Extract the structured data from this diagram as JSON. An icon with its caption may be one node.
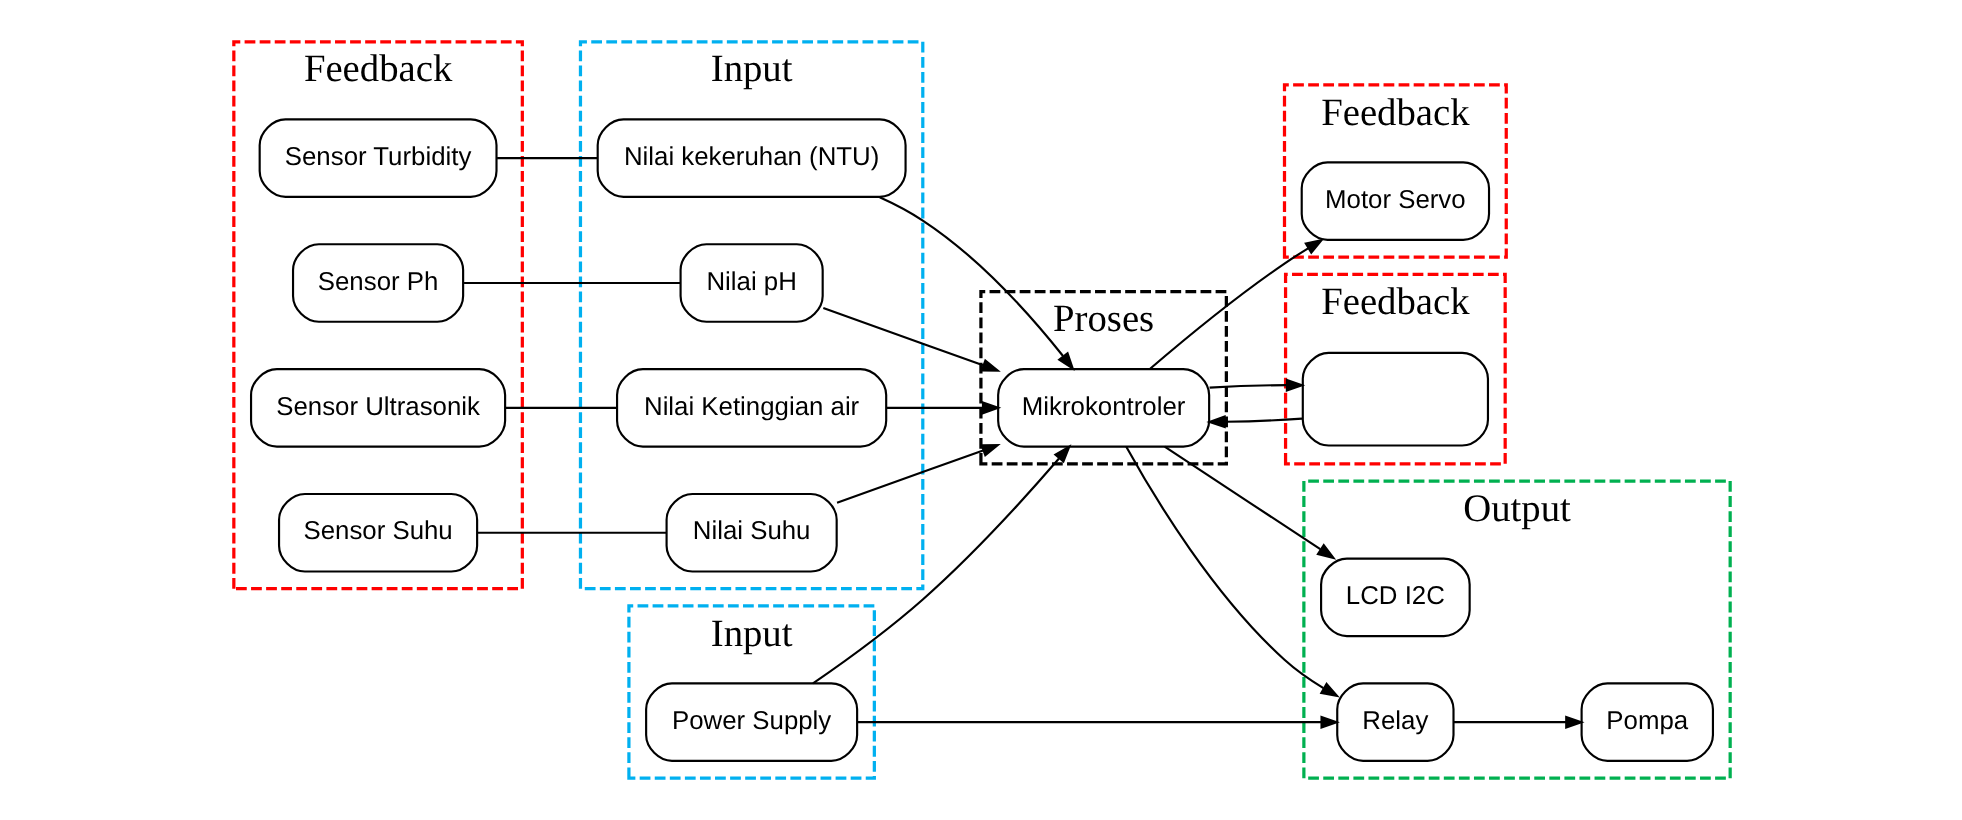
{
  "diagram": {
    "nodes": [
      {
        "text": [
          "Feedback"
        ]
      },
      {
        "text": [
          "Sensor Turbidity"
        ],
        "in": 0
      },
      {
        "text": [
          "Sensor Ph"
        ],
        "in": 0
      },
      {
        "text": [
          "Sensor Ultrasonik"
        ],
        "in": 0
      },
      {
        "text": [
          "Sensor Suhu"
        ],
        "in": 0
      },
      {
        "text": [
          "Input"
        ]
      },
      {
        "text": [
          "Nilai kekeruhan (NTU)"
        ],
        "in": 5
      },
      {
        "text": [
          "Nilai pH"
        ],
        "in": 5
      },
      {
        "text": [
          "Nilai Ketinggian air"
        ],
        "in": 5
      },
      {
        "text": [
          "Nilai Suhu"
        ],
        "in": 5
      },
      {
        "text": [
          "Input"
        ]
      },
      {
        "text": [
          "Power Supply"
        ],
        "in": 10
      },
      {
        "text": [
          "Proses"
        ]
      },
      {
        "text": [
          "Mikrokontroler"
        ],
        "in": 12
      },
      {
        "text": [
          "Feedback"
        ]
      },
      {
        "text": [
          "Motor Servo"
        ],
        "in": 14
      },
      {
        "text": [
          "Output"
        ]
      },
      {
        "text": [
          "LCD I2C"
        ],
        "in": 16
      },
      {
        "text": [
          "Relay"
        ],
        "in": 16
      },
      {
        "text": [
          "Pompa"
        ],
        "in": 16
      },
      {
        "text": [
          "Feedback"
        ]
      },
      {
        "text": [],
        "shape": "box",
        "in": 20
      }
    ],
    "edges": [
      {
        "from": 1,
        "to": 6,
        "arrow": "none"
      },
      {
        "from": 2,
        "to": 7,
        "arrow": "none"
      },
      {
        "from": 3,
        "to": 8,
        "arrow": "none"
      },
      {
        "from": 4,
        "to": 9,
        "arrow": "none"
      },
      {
        "from": 6,
        "to": 13,
        "arrow": "to"
      },
      {
        "from": 7,
        "to": 13,
        "arrow": "to"
      },
      {
        "from": 8,
        "to": 13,
        "arrow": "to"
      },
      {
        "from": 9,
        "to": 13,
        "arrow": "to"
      },
      {
        "from": 11,
        "to": 13,
        "arrow": "to"
      },
      {
        "from": 13,
        "to": 21,
        "arrow": "to"
      },
      {
        "from": 21,
        "to": 13,
        "arrow": "to"
      },
      {
        "from": 13,
        "to": 15,
        "arrow": "to"
      },
      {
        "from": 13,
        "to": 17,
        "arrow": "to"
      },
      {
        "from": 13,
        "to": 18,
        "arrow": "to"
      },
      {
        "from": 11,
        "to": 18,
        "arrow": "to"
      },
      {
        "from": 18,
        "to": 19,
        "arrow": "to"
      }
    ]
  }
}
